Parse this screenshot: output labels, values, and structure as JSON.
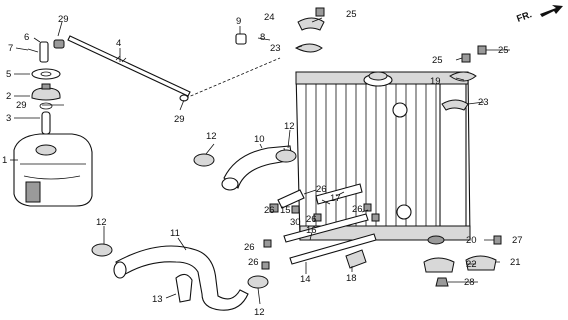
{
  "direction_label": "FR.",
  "callouts": [
    {
      "id": "c1",
      "text": "1"
    },
    {
      "id": "c2",
      "text": "2"
    },
    {
      "id": "c3",
      "text": "3"
    },
    {
      "id": "c4",
      "text": "4"
    },
    {
      "id": "c5",
      "text": "5"
    },
    {
      "id": "c6",
      "text": "6"
    },
    {
      "id": "c7",
      "text": "7"
    },
    {
      "id": "c8",
      "text": "8"
    },
    {
      "id": "c9",
      "text": "9"
    },
    {
      "id": "c10",
      "text": "10"
    },
    {
      "id": "c11",
      "text": "11"
    },
    {
      "id": "c12a",
      "text": "12"
    },
    {
      "id": "c12b",
      "text": "12"
    },
    {
      "id": "c12c",
      "text": "12"
    },
    {
      "id": "c12d",
      "text": "12"
    },
    {
      "id": "c13",
      "text": "13"
    },
    {
      "id": "c14",
      "text": "14"
    },
    {
      "id": "c15",
      "text": "15"
    },
    {
      "id": "c16",
      "text": "16"
    },
    {
      "id": "c17",
      "text": "17"
    },
    {
      "id": "c18",
      "text": "18"
    },
    {
      "id": "c19",
      "text": "19"
    },
    {
      "id": "c20",
      "text": "20"
    },
    {
      "id": "c21",
      "text": "21"
    },
    {
      "id": "c22",
      "text": "22"
    },
    {
      "id": "c23a",
      "text": "23"
    },
    {
      "id": "c23b",
      "text": "23"
    },
    {
      "id": "c24",
      "text": "24"
    },
    {
      "id": "c25a",
      "text": "25"
    },
    {
      "id": "c25b",
      "text": "25"
    },
    {
      "id": "c25c",
      "text": "25"
    },
    {
      "id": "c26a",
      "text": "26"
    },
    {
      "id": "c26b",
      "text": "26"
    },
    {
      "id": "c26c",
      "text": "26"
    },
    {
      "id": "c26d",
      "text": "26"
    },
    {
      "id": "c26e",
      "text": "26"
    },
    {
      "id": "c26f",
      "text": "26"
    },
    {
      "id": "c27",
      "text": "27"
    },
    {
      "id": "c28",
      "text": "28"
    },
    {
      "id": "c29a",
      "text": "29"
    },
    {
      "id": "c29b",
      "text": "29"
    },
    {
      "id": "c29c",
      "text": "29"
    },
    {
      "id": "c30",
      "text": "30"
    }
  ]
}
